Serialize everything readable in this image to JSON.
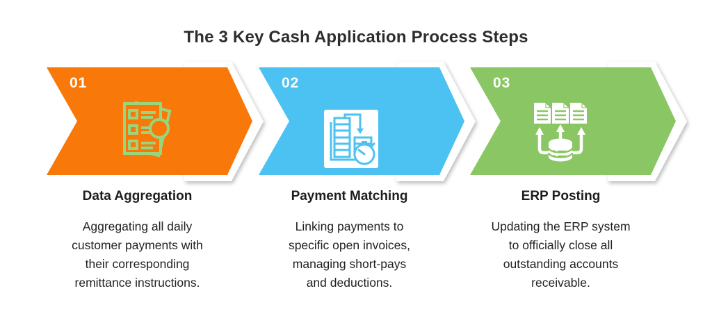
{
  "title": "The 3 Key Cash Application Process Steps",
  "title_color": "#2D2D2D",
  "text_color": "#222222",
  "background": "#FFFFFF",
  "steps": [
    {
      "number": "01",
      "title": "Data Aggregation",
      "description": "Aggregating all daily\ncustomer payments with\ntheir corresponding\nremittance instructions.",
      "color": "#F8790A",
      "icon": "checklist-magnifier-icon",
      "icon_color": "#9AD57B"
    },
    {
      "number": "02",
      "title": "Payment Matching",
      "description": "Linking payments to\nspecific open invoices,\nmanaging short-pays\nand deductions.",
      "color": "#4BC2F1",
      "icon": "invoice-stopwatch-icon",
      "icon_color": "#4BC2F1"
    },
    {
      "number": "03",
      "title": "ERP Posting",
      "description": "Updating the ERP system\nto officially close all\noutstanding accounts\nreceivable.",
      "color": "#8AC764",
      "icon": "documents-database-icon",
      "icon_color": "#FFFFFF"
    }
  ]
}
